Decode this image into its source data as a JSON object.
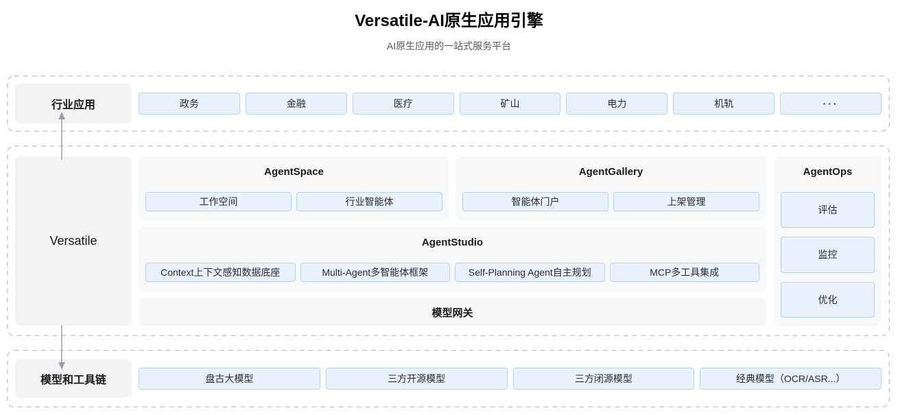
{
  "header": {
    "title": "Versatile-AI原生应用引擎",
    "subtitle": "AI原生应用的一站式服务平台"
  },
  "colors": {
    "chip_bg": "#e9f2fc",
    "chip_border": "#b5d3f0",
    "section_bg": "#f7f8fa",
    "label_bg": "#f2f3f5",
    "dashed_border": "#c5cad3",
    "arrow": "#9b9fa5"
  },
  "industry_layer": {
    "label": "行业应用",
    "chips": [
      "政务",
      "金融",
      "医疗",
      "矿山",
      "电力",
      "机轨",
      "···"
    ]
  },
  "platform_layer": {
    "label": "Versatile",
    "agent_space": {
      "title": "AgentSpace",
      "chips": [
        "工作空间",
        "行业智能体"
      ]
    },
    "agent_gallery": {
      "title": "AgentGallery",
      "chips": [
        "智能体门户",
        "上架管理"
      ]
    },
    "agent_ops": {
      "title": "AgentOps",
      "chips": [
        "评估",
        "监控",
        "优化"
      ]
    },
    "agent_studio": {
      "title": "AgentStudio",
      "chips": [
        "Context上下文感知数据底座",
        "Multi-Agent多智能体框架",
        "Self-Planning Agent自主规划",
        "MCP多工具集成"
      ]
    },
    "model_gateway": {
      "title": "模型网关"
    }
  },
  "model_layer": {
    "label": "模型和工具链",
    "chips": [
      "盘古大模型",
      "三方开源模型",
      "三方闭源模型",
      "经典模型（OCR/ASR...）"
    ]
  }
}
